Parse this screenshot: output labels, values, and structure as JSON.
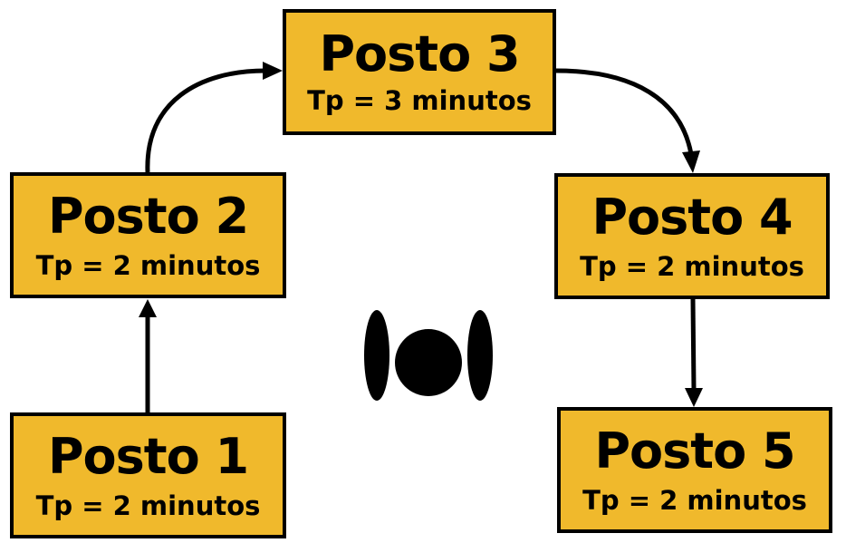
{
  "colors": {
    "box_fill": "#F0B92C",
    "border": "#000000",
    "text": "#000000",
    "arrow": "#000000",
    "background": "#FFFFFF"
  },
  "workstations": [
    {
      "name": "Posto 1",
      "tp": "Tp = 2 minutos"
    },
    {
      "name": "Posto 2",
      "tp": "Tp = 2 minutos"
    },
    {
      "name": "Posto 3",
      "tp": "Tp = 3 minutos"
    },
    {
      "name": "Posto 4",
      "tp": "Tp = 2 minutos"
    },
    {
      "name": "Posto 5",
      "tp": "Tp = 2 minutos"
    }
  ],
  "flow": [
    "Posto 1",
    "Posto 2",
    "Posto 3",
    "Posto 4",
    "Posto 5"
  ],
  "center_symbol": "operator-icon"
}
